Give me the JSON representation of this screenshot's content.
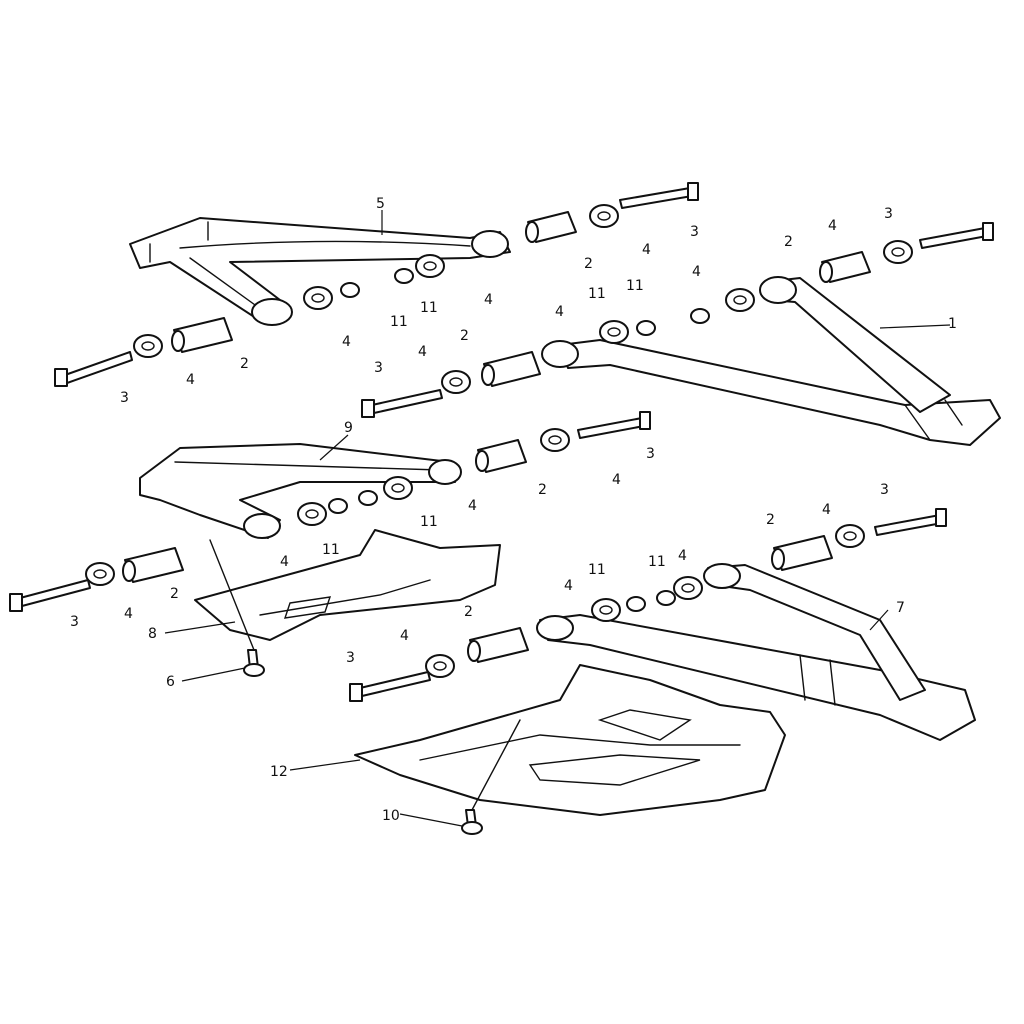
{
  "diagram": {
    "part_numbers": {
      "a_arm": "1",
      "bushing": "2",
      "bolt": "3",
      "washer": "4",
      "upper_a_arm": "5",
      "skid_bolt": "6",
      "lower_a_arm": "7",
      "skid_plate_small": "8",
      "upper_a_arm_2": "9",
      "skid_bolt_2": "10",
      "nut": "11",
      "skid_plate": "12"
    },
    "colors": {
      "line": "#111111",
      "background": "#ffffff"
    }
  }
}
